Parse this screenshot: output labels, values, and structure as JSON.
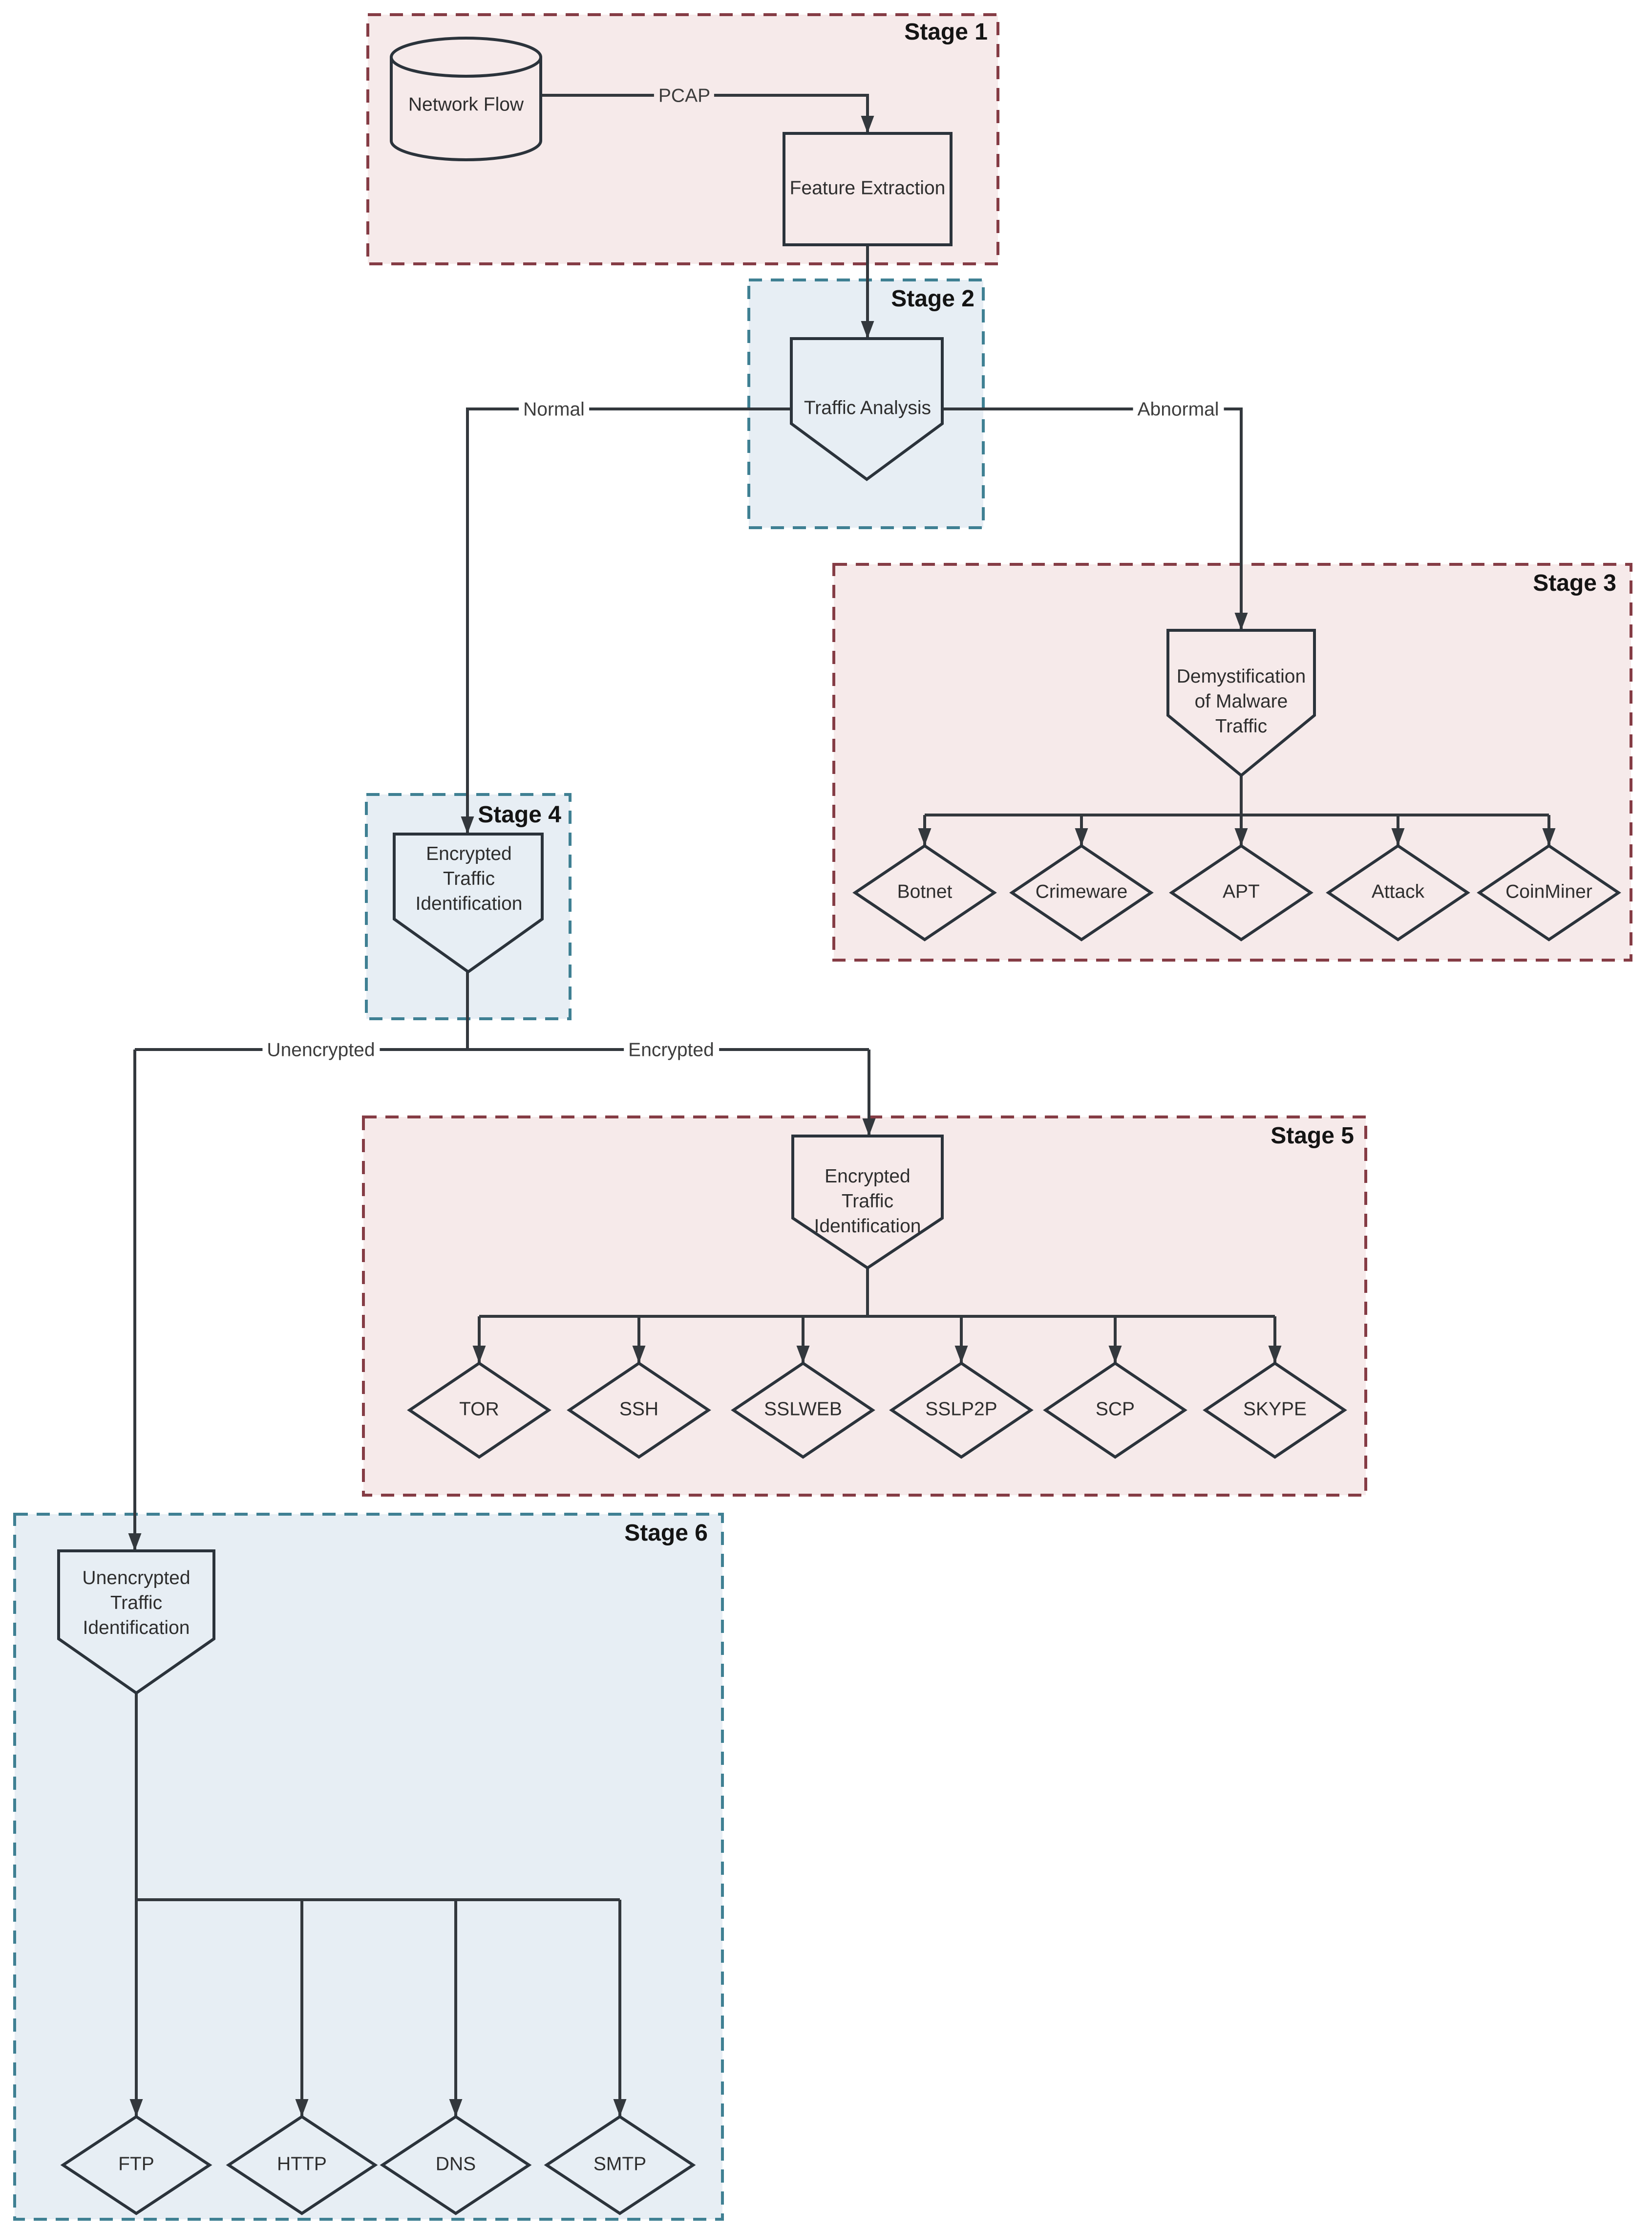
{
  "stages": {
    "stage1": {
      "label": "Stage 1"
    },
    "stage2": {
      "label": "Stage 2"
    },
    "stage3": {
      "label": "Stage 3",
      "children": [
        "Botnet",
        "Crimeware",
        "APT",
        "Attack",
        "CoinMiner"
      ]
    },
    "stage4": {
      "label": "Stage 4"
    },
    "stage5": {
      "label": "Stage 5",
      "children": [
        "TOR",
        "SSH",
        "SSLWEB",
        "SSLP2P",
        "SCP",
        "SKYPE"
      ]
    },
    "stage6": {
      "label": "Stage 6",
      "children": [
        "FTP",
        "HTTP",
        "DNS",
        "SMTP"
      ]
    }
  },
  "nodes": {
    "network_flow": "Network Flow",
    "feature_extraction": "Feature Extraction",
    "traffic_analysis": "Traffic Analysis",
    "demystification": "Demystification of Malware Traffic",
    "encrypted_id_stage4": "Encrypted Traffic Identification",
    "encrypted_id_stage5": "Encrypted Traffic Identification",
    "unencrypted_id_stage6": "Unencrypted Traffic Identification"
  },
  "edge_labels": {
    "pcap": "PCAP",
    "normal": "Normal",
    "abnormal": "Abnormal",
    "unencrypted": "Unencrypted",
    "encrypted": "Encrypted"
  },
  "colors": {
    "stage_pink_fill": "#f6eaea",
    "stage_pink_border": "#853c45",
    "stage_blue_fill": "#e7eef4",
    "stage_blue_border": "#3f8093",
    "shape_stroke": "#2b333b",
    "connector": "#33383d"
  }
}
